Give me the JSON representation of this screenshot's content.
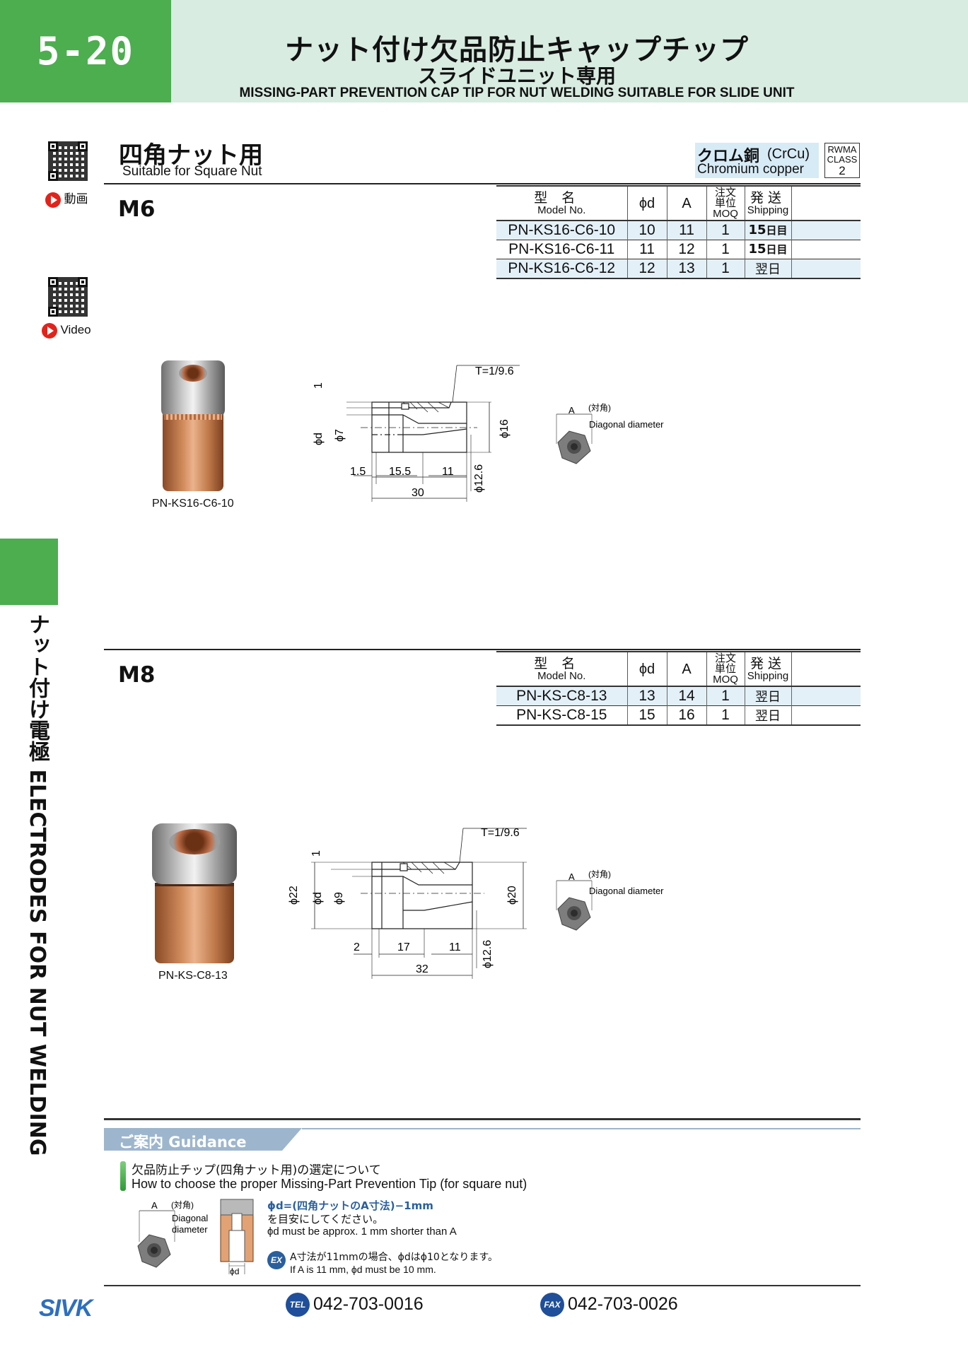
{
  "header": {
    "page_number": "5-20",
    "title_ja": "ナット付け欠品防止キャップチップ",
    "subtitle_ja": "スライドユニット専用",
    "title_en": "MISSING-PART PREVENTION CAP TIP FOR NUT WELDING  SUITABLE FOR SLIDE UNIT"
  },
  "qr_links": {
    "video_ja": "動画",
    "video_en": "Video"
  },
  "section": {
    "title_ja": "四角ナット用",
    "title_en": "Suitable for Square Nut",
    "material_ja": "クロム銅",
    "material_ja_sub": "(CrCu)",
    "material_en": "Chromium copper",
    "rwma_label": "RWMA",
    "rwma_class_label": "CLASS",
    "rwma_class": "2"
  },
  "table_headers": {
    "model_ja": "型名",
    "model_en": "Model No.",
    "phi_d": "ϕd",
    "a": "A",
    "moq_ja_1": "注文",
    "moq_ja_2": "単位",
    "moq_en": "MOQ",
    "ship_ja": "発送",
    "ship_en": "Shipping"
  },
  "m6": {
    "size": "M6",
    "rows": [
      {
        "model": "PN-KS16-C6-10",
        "phi_d": "10",
        "a": "11",
        "moq": "1",
        "ship_num": "15",
        "ship_unit": "日目"
      },
      {
        "model": "PN-KS16-C6-11",
        "phi_d": "11",
        "a": "12",
        "moq": "1",
        "ship_num": "15",
        "ship_unit": "日目"
      },
      {
        "model": "PN-KS16-C6-12",
        "phi_d": "12",
        "a": "13",
        "moq": "1",
        "ship_num": "",
        "ship_unit": "翌日"
      }
    ],
    "photo_caption": "PN-KS16-C6-10",
    "drawing": {
      "taper": "T=1/9.6",
      "top": "1",
      "phi_d": "ϕd",
      "phi_7": "ϕ7",
      "phi_16": "ϕ16",
      "phi_12_6": "ϕ12.6",
      "dim_1_5": "1.5",
      "dim_15_5": "15.5",
      "dim_11": "11",
      "dim_30": "30"
    },
    "nut": {
      "a": "A",
      "a_ja": "(対角)",
      "diag": "Diagonal diameter"
    }
  },
  "m8": {
    "size": "M8",
    "rows": [
      {
        "model": "PN-KS-C8-13",
        "phi_d": "13",
        "a": "14",
        "moq": "1",
        "ship_num": "",
        "ship_unit": "翌日"
      },
      {
        "model": "PN-KS-C8-15",
        "phi_d": "15",
        "a": "16",
        "moq": "1",
        "ship_num": "",
        "ship_unit": "翌日"
      }
    ],
    "photo_caption": "PN-KS-C8-13",
    "drawing": {
      "taper": "T=1/9.6",
      "top": "1",
      "phi_22": "ϕ22",
      "phi_d": "ϕd",
      "phi_9": "ϕ9",
      "phi_20": "ϕ20",
      "phi_12_6": "ϕ12.6",
      "dim_2": "2",
      "dim_17": "17",
      "dim_11": "11",
      "dim_32": "32"
    },
    "nut": {
      "a": "A",
      "a_ja": "(対角)",
      "diag": "Diagonal diameter"
    }
  },
  "guidance": {
    "tab": "ご案内 Guidance",
    "q_ja": "欠品防止チップ(四角ナット用)の選定について",
    "q_en": "How to choose the proper Missing-Part Prevention Tip (for square nut)",
    "nut_a": "A",
    "nut_a_ja": "(対角)",
    "nut_diag_1": "Diagonal",
    "nut_diag_2": "diameter",
    "tip_phi_d": "ϕd",
    "formula": "ϕd=(四角ナットのA寸法)−1mm",
    "note_ja": "を目安にしてください。",
    "note_en": "ϕd must be approx. 1 mm shorter than A",
    "ex_label": "EX",
    "ex_ja": "A寸法が11mmの場合、ϕdはϕ10となります。",
    "ex_en": "If A is 11 mm, ϕd must be 10 mm."
  },
  "footer": {
    "logo": "SIVK",
    "tel_label": "TEL",
    "tel": "042-703-0016",
    "fax_label": "FAX",
    "fax": "042-703-0026"
  },
  "side_tab": "ナット付け電極 ELECTRODES FOR NUT WELDING",
  "colors": {
    "green": "#4cae4f",
    "header_band": "#d8ece1",
    "row_highlight": "#e3f0f8",
    "material_box": "#d7ebf6",
    "accent_blue": "#2a5f9e"
  }
}
